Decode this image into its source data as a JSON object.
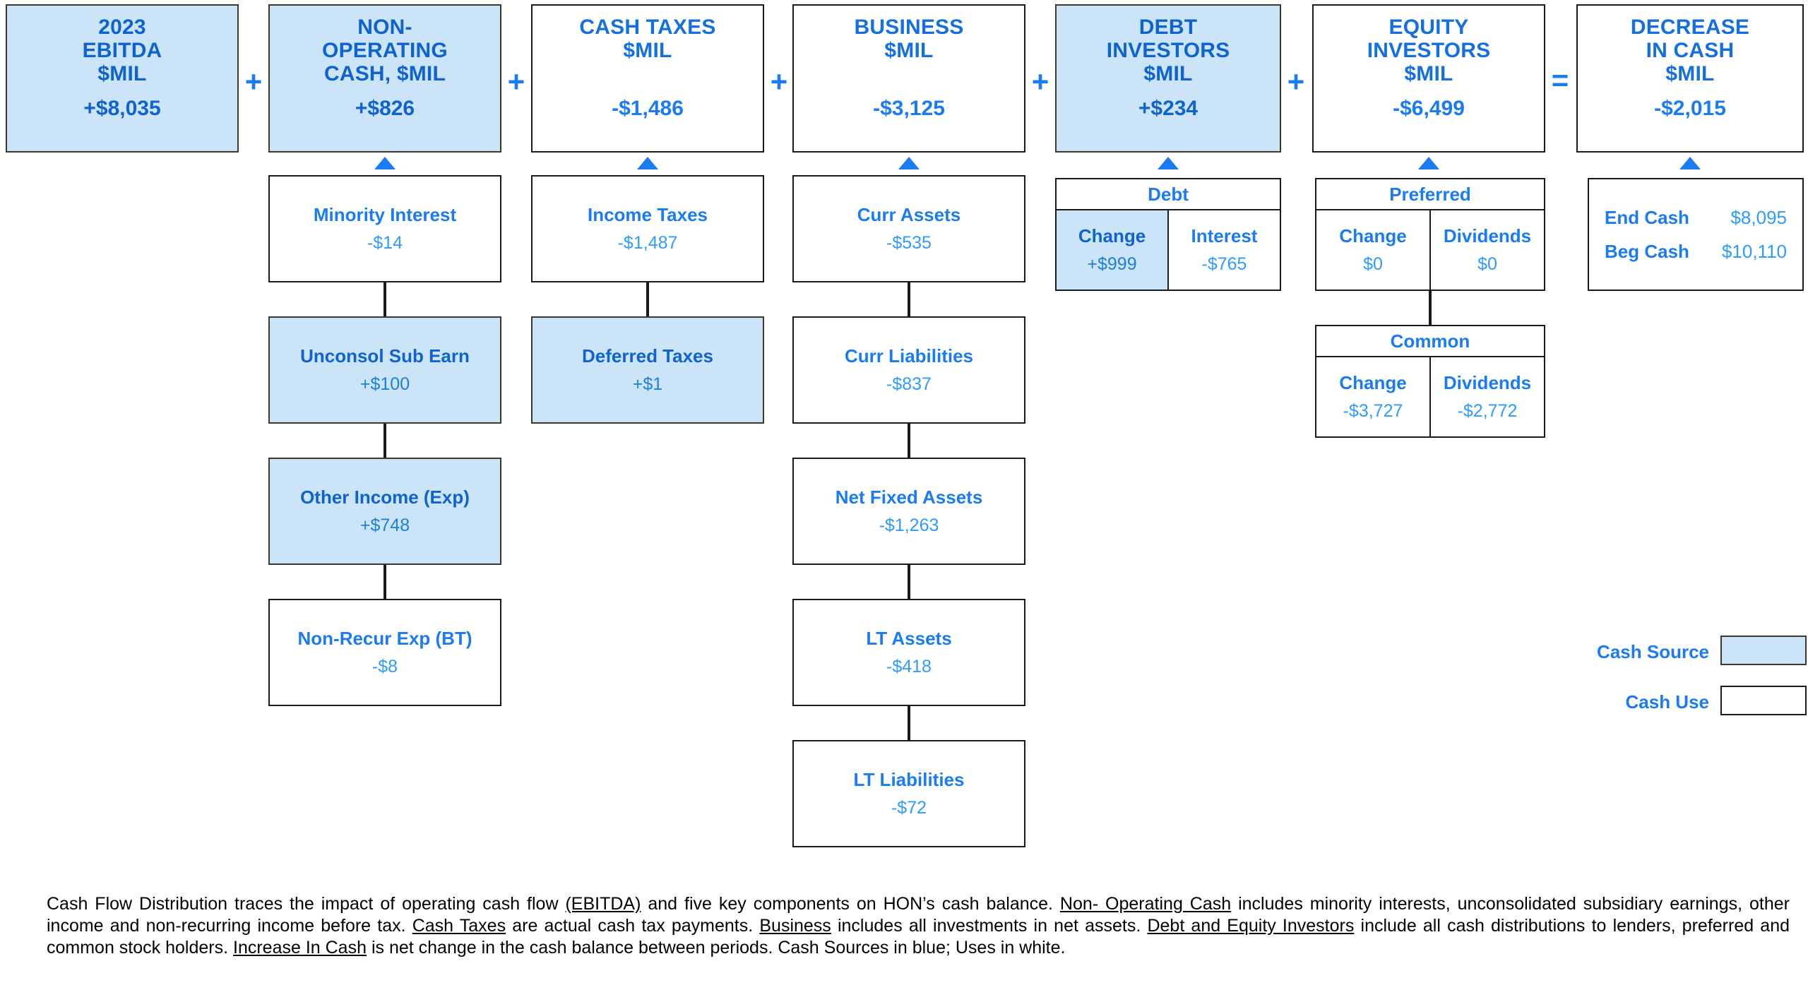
{
  "chart_data": {
    "type": "diagram",
    "title": "Cash Flow Distribution",
    "equation": "2023 EBITDA + Non-Operating Cash + Cash Taxes + Business + Debt Investors + Equity Investors = Decrease In Cash",
    "units": "$MIL",
    "categories": [
      "2023 EBITDA",
      "Non-Operating Cash",
      "Cash Taxes",
      "Business",
      "Debt Investors",
      "Equity Investors",
      "Decrease In Cash"
    ],
    "values": [
      8035,
      826,
      -1486,
      -3125,
      234,
      -6499,
      -2015
    ],
    "components": {
      "non_operating_cash": {
        "Minority Interest": -14,
        "Unconsol Sub Earn": 100,
        "Other Income (Exp)": 748,
        "Non-Recur Exp (BT)": -8
      },
      "cash_taxes": {
        "Income Taxes": -1487,
        "Deferred Taxes": 1
      },
      "business": {
        "Curr Assets": -535,
        "Curr Liabilities": -837,
        "Net Fixed Assets": -1263,
        "LT Assets": -418,
        "LT Liabilities": -72
      },
      "debt_investors": {
        "Change": 999,
        "Interest": -765
      },
      "equity_investors": {
        "Preferred Change": 0,
        "Preferred Dividends": 0,
        "Common Change": -3727,
        "Common Dividends": -2772
      },
      "cash_balance": {
        "End Cash": 8095,
        "Beg Cash": 10110
      }
    }
  },
  "colors": {
    "cash_source_fill": "#cce4f7",
    "cash_use_fill": "#ffffff",
    "label_blue": "#1a7cf0",
    "border": "#1a1a1a"
  },
  "headers": [
    {
      "title": "2023\nEBITDA\n$MIL",
      "line1": "2023",
      "line2": "EBITDA",
      "line3": "$MIL",
      "value": "+$8,035",
      "kind": "source"
    },
    {
      "title": "NON-OPERATING CASH, $MIL",
      "line1": "NON-",
      "line2": "OPERATING",
      "line3": "CASH, $MIL",
      "value": "+$826",
      "kind": "source"
    },
    {
      "title": "CASH TAXES $MIL",
      "line1": "CASH TAXES",
      "line2": "$MIL",
      "line3": "",
      "value": "-$1,486",
      "kind": "use"
    },
    {
      "title": "BUSINESS $MIL",
      "line1": "BUSINESS",
      "line2": "$MIL",
      "line3": "",
      "value": "-$3,125",
      "kind": "use"
    },
    {
      "title": "DEBT INVESTORS $MIL",
      "line1": "DEBT",
      "line2": "INVESTORS",
      "line3": "$MIL",
      "value": "+$234",
      "kind": "source"
    },
    {
      "title": "EQUITY INVESTORS $MIL",
      "line1": "EQUITY",
      "line2": "INVESTORS",
      "line3": "$MIL",
      "value": "-$6,499",
      "kind": "use"
    },
    {
      "title": "DECREASE IN CASH $MIL",
      "line1": "DECREASE",
      "line2": "IN CASH",
      "line3": "$MIL",
      "value": "-$2,015",
      "kind": "use"
    }
  ],
  "operators": {
    "plus": "+",
    "equals": "="
  },
  "columns": {
    "non_operating": [
      {
        "label": "Minority Interest",
        "value": "-$14",
        "kind": "use"
      },
      {
        "label": "Unconsol Sub Earn",
        "value": "+$100",
        "kind": "source"
      },
      {
        "label": "Other Income (Exp)",
        "value": "+$748",
        "kind": "source"
      },
      {
        "label": "Non-Recur Exp (BT)",
        "value": "-$8",
        "kind": "use"
      }
    ],
    "cash_taxes": [
      {
        "label": "Income Taxes",
        "value": "-$1,487",
        "kind": "use"
      },
      {
        "label": "Deferred Taxes",
        "value": "+$1",
        "kind": "source"
      }
    ],
    "business": [
      {
        "label": "Curr Assets",
        "value": "-$535",
        "kind": "use"
      },
      {
        "label": "Curr Liabilities",
        "value": "-$837",
        "kind": "use"
      },
      {
        "label": "Net Fixed Assets",
        "value": "-$1,263",
        "kind": "use"
      },
      {
        "label": "LT Assets",
        "value": "-$418",
        "kind": "use"
      },
      {
        "label": "LT Liabilities",
        "value": "-$72",
        "kind": "use"
      }
    ]
  },
  "debt_table": {
    "header": "Debt",
    "cells": [
      {
        "head": "Change",
        "value": "+$999",
        "kind": "source"
      },
      {
        "head": "Interest",
        "value": "-$765",
        "kind": "use"
      }
    ]
  },
  "preferred_table": {
    "header": "Preferred",
    "cells": [
      {
        "head": "Change",
        "value": "$0",
        "kind": "use"
      },
      {
        "head": "Dividends",
        "value": "$0",
        "kind": "use"
      }
    ]
  },
  "common_table": {
    "header": "Common",
    "cells": [
      {
        "head": "Change",
        "value": "-$3,727",
        "kind": "use"
      },
      {
        "head": "Dividends",
        "value": "-$2,772",
        "kind": "use"
      }
    ]
  },
  "cash_box": {
    "rows": [
      {
        "key": "End Cash",
        "value": "$8,095"
      },
      {
        "key": "Beg Cash",
        "value": "$10,110"
      }
    ]
  },
  "legend": {
    "source_label": "Cash Source",
    "use_label": "Cash Use"
  },
  "footnote": {
    "p1a": "Cash Flow Distribution traces the impact of operating cash flow ",
    "u1": "(EBITDA)",
    "p1b": " and five key components on HON’s cash balance.  ",
    "u2": "Non- Operating Cash",
    "p1c": " includes minority interests, unconsolidated subsidiary earnings, other income and non-recurring  income before tax. ",
    "u3": "Cash Taxes",
    "p1d": " are actual cash tax payments. ",
    "u4": "Business",
    "p1e": " includes all investments in net assets. ",
    "u5": "Debt and Equity Investors",
    "p1f": " include all cash distributions to lenders, preferred and common stock holders. ",
    "u6": "Increase In Cash",
    "p1g": " is net change in the cash balance between periods. Cash Sources in blue; Uses in white."
  }
}
